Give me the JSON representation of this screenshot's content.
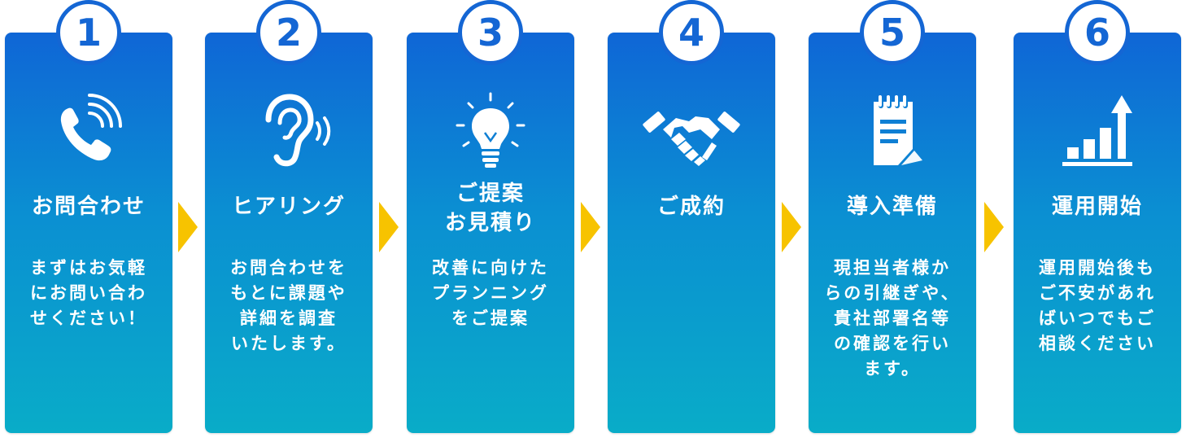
{
  "colors": {
    "badge": "#1466d4",
    "arrow": "#f7c300",
    "card_top": "#0f66d6",
    "card_bottom": "#09acc8"
  },
  "steps": [
    {
      "number": "1",
      "icon": "phone-icon",
      "title": [
        "お問合わせ"
      ],
      "desc": [
        "まずはお気軽",
        "にお問い合わ",
        "せください！"
      ]
    },
    {
      "number": "2",
      "icon": "ear-icon",
      "title": [
        "ヒアリング"
      ],
      "desc": [
        "お問合わせを",
        "もとに課題や",
        "詳細を調査",
        "いたします。"
      ]
    },
    {
      "number": "3",
      "icon": "lightbulb-icon",
      "title": [
        "ご提案",
        "お見積り"
      ],
      "desc": [
        "改善に向けた",
        "プランニング",
        "をご提案"
      ]
    },
    {
      "number": "4",
      "icon": "handshake-icon",
      "title": [
        "ご成約"
      ],
      "desc": []
    },
    {
      "number": "5",
      "icon": "document-icon",
      "title": [
        "導入準備"
      ],
      "desc": [
        "現担当者様か",
        "らの引継ぎや、",
        "貴社部署名等",
        "の確認を行い",
        "ます。"
      ]
    },
    {
      "number": "6",
      "icon": "growth-chart-icon",
      "title": [
        "運用開始"
      ],
      "desc": [
        "運用開始後も",
        "ご不安があれ",
        "ばいつでもご",
        "相談ください"
      ]
    }
  ]
}
